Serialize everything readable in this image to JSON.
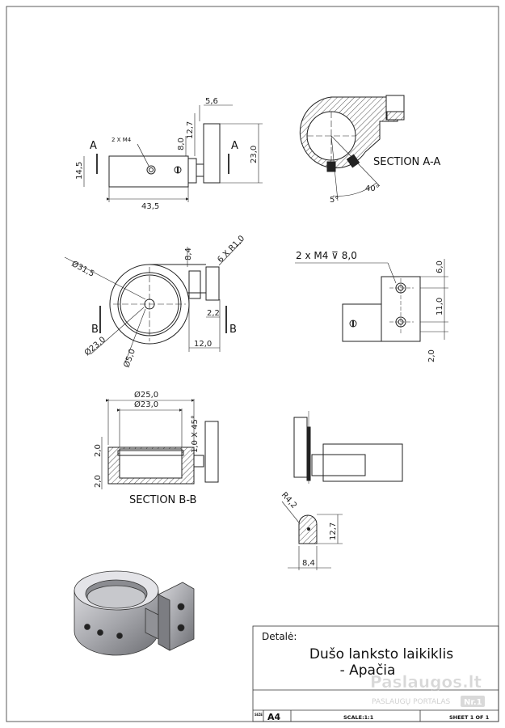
{
  "views": {
    "front": {
      "thread_note": "2 X M4",
      "dims": {
        "width": "43,5",
        "height_left": "14,5",
        "height_right": "23,0",
        "d12_7": "12,7",
        "d8_0": "8,0",
        "d5_6": "5,6"
      },
      "cut_letter": "A"
    },
    "section_a": {
      "label": "SECTION A-A",
      "angle_small": "5°",
      "angle_large": "40°"
    },
    "top": {
      "dims": {
        "outer_dia": "Ø31,5",
        "inner_dia": "Ø23,0",
        "hole_dia": "Ø5,0",
        "fillet": "6 X R1,0",
        "d8_4": "8,4",
        "d2_2": "2,2",
        "d12_0": "12,0"
      },
      "cut_letter": "B"
    },
    "side_right": {
      "thread_note": "2 x M4 ⊽ 8,0",
      "dims": {
        "d6_0": "6,0",
        "d11_0": "11,0",
        "d2_0": "2,0"
      }
    },
    "section_b": {
      "label": "SECTION B-B",
      "dims": {
        "dia25": "Ø25,0",
        "dia23": "Ø23,0",
        "chamfer": "1,0 X 45°",
        "d2_0_top": "2,0",
        "d2_0_bot": "2,0"
      }
    },
    "detail": {
      "dims": {
        "radius": "R4,2",
        "d12_7": "12,7",
        "d8_4": "8,4"
      }
    }
  },
  "title_block": {
    "label": "Detalė:",
    "name_line1": "Dušo lanksto laikiklis",
    "name_line2": "- Apačia",
    "size_label": "SIZE",
    "size_value": "A4",
    "scale": "SCALE:1:1",
    "sheet": "SHEET 1 OF 1"
  },
  "watermark": {
    "brand": "Paslaugos.lt",
    "subtitle": "PASLAUGŲ PORTALAS",
    "badge": "Nr.1"
  }
}
